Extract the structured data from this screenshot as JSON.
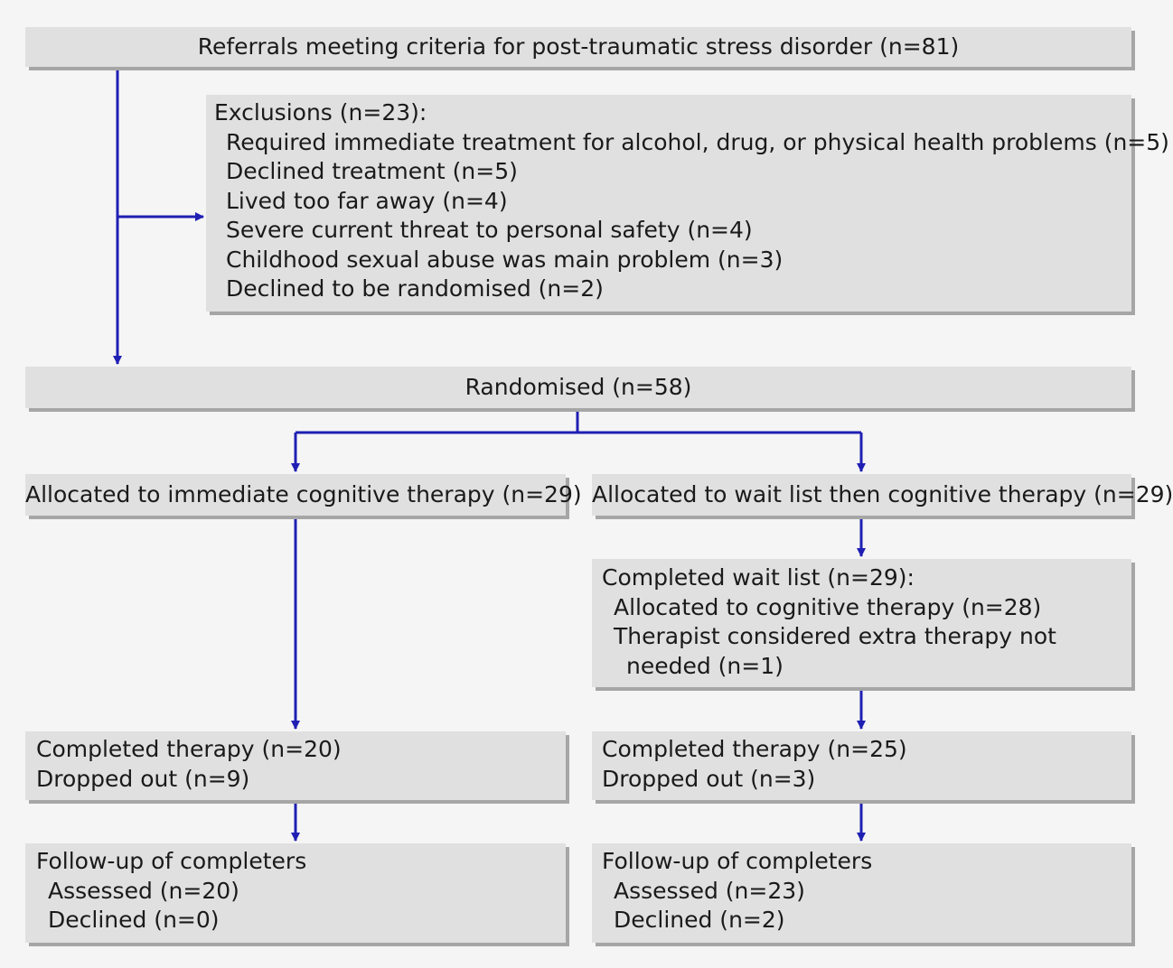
{
  "colors": {
    "box_fill": "#e0e0e0",
    "box_shadow": "#a6a6a6",
    "arrow": "#1f1fb4",
    "background": "#f5f5f5"
  },
  "referrals": {
    "label": "Referrals meeting criteria for post-traumatic stress disorder (n=81)"
  },
  "exclusions": {
    "heading": "Exclusions (n=23):",
    "items": [
      "Required immediate treatment for alcohol, drug, or physical health problems (n=5)",
      "Declined treatment (n=5)",
      "Lived too far away (n=4)",
      "Severe current threat to personal safety (n=4)",
      "Childhood sexual abuse was main problem (n=3)",
      "Declined to be randomised (n=2)"
    ]
  },
  "randomised": {
    "label": "Randomised (n=58)"
  },
  "immediate": {
    "allocated": "Allocated to immediate cognitive therapy (n=29)",
    "completed": "Completed  therapy (n=20)",
    "dropped": "Dropped out (n=9)",
    "followup_heading": "Follow-up of completers",
    "assessed": "Assessed (n=20)",
    "declined": "Declined (n=0)"
  },
  "waitlist": {
    "allocated": "Allocated to wait list then cognitive therapy (n=29)",
    "completed_wait_heading": "Completed wait list (n=29):",
    "allocated_ct": "Allocated to cognitive therapy (n=28)",
    "therapist_line1": "Therapist considered extra therapy not",
    "therapist_line2": "needed (n=1)",
    "completed": "Completed  therapy (n=25)",
    "dropped": "Dropped out (n=3)",
    "followup_heading": "Follow-up of completers",
    "assessed": "Assessed (n=23)",
    "declined": "Declined (n=2)"
  }
}
